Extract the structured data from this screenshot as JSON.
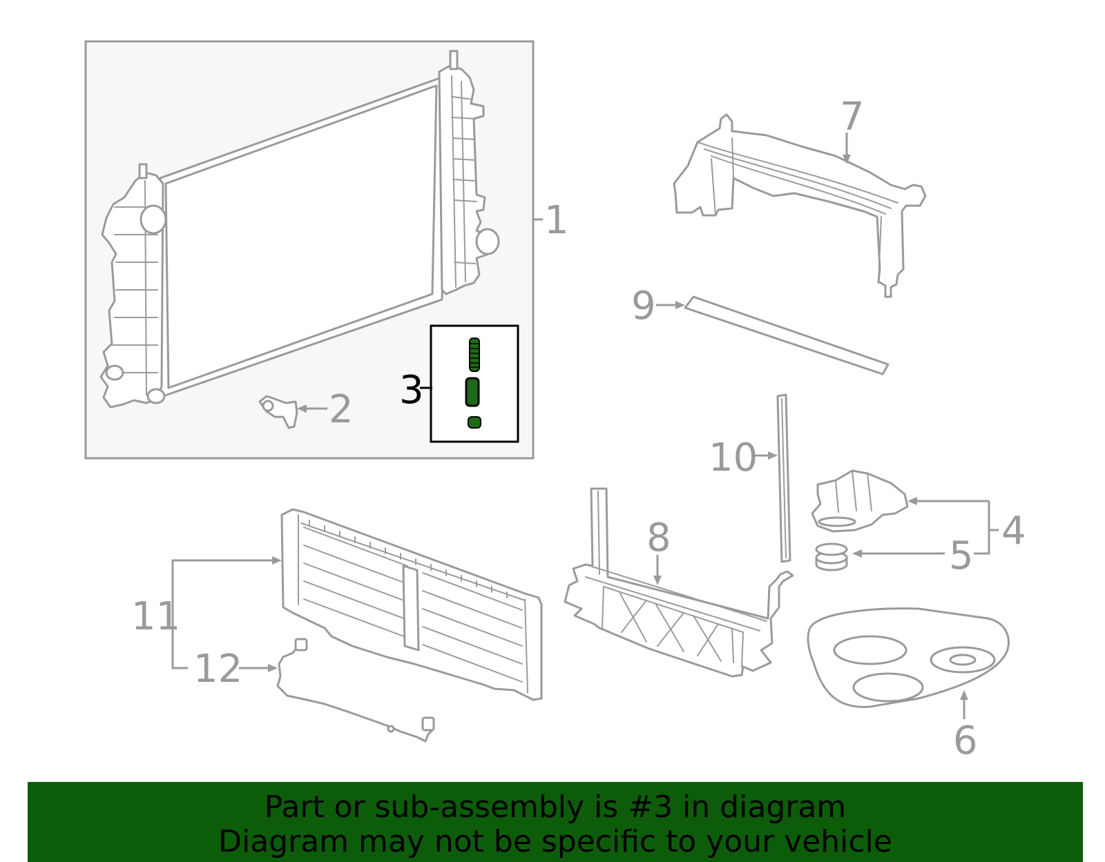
{
  "callouts": {
    "c1": "1",
    "c2": "2",
    "c3": "3",
    "c4": "4",
    "c5": "5",
    "c6": "6",
    "c7": "7",
    "c8": "8",
    "c9": "9",
    "c10": "10",
    "c11": "11",
    "c12": "12"
  },
  "highlighted_part": "3",
  "banner": {
    "line1": "Part or sub-assembly is #3 in diagram",
    "line2": "Diagram may not be specific to your vehicle"
  },
  "colors": {
    "part_stroke": "#9a9a9a",
    "highlight_fill": "#1d6b14",
    "banner_bg": "#0d5c0a",
    "inset_bg": "#f7f7f7"
  }
}
